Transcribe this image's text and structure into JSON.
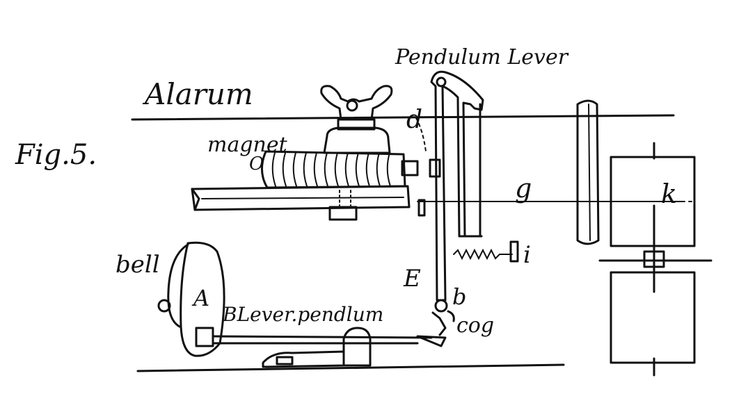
{
  "figure": {
    "fig_label": "Fig.5.",
    "labels": {
      "alarum": "Alarum",
      "pendulum_lever": "Pendulum Lever",
      "magnet": "magnet",
      "o": "O",
      "d": "d",
      "g": "g",
      "k": "k",
      "i": "i",
      "e": "E",
      "b": "b",
      "cog": "cog",
      "bell": "bell",
      "a": "A",
      "b_lever_pendulum": "BLever.pendlum"
    }
  }
}
